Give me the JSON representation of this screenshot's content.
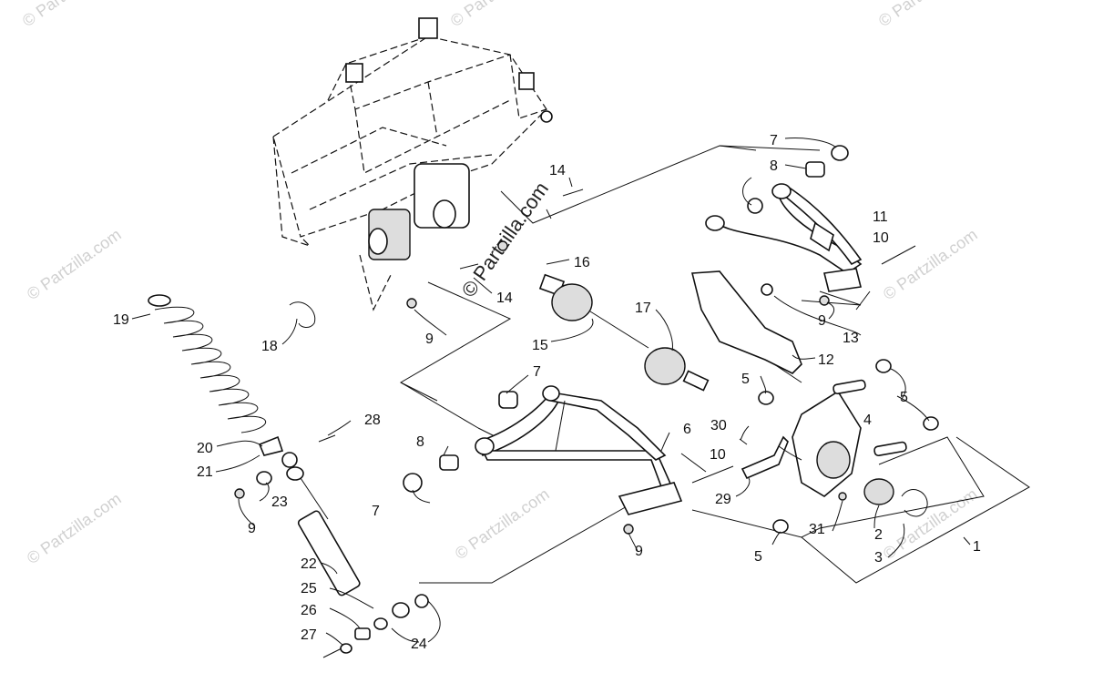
{
  "watermarks": {
    "brand": "© Partzilla.com",
    "center": "© Partzilla.com"
  },
  "callouts": [
    {
      "id": "c1",
      "text": "1"
    },
    {
      "id": "c2",
      "text": "2"
    },
    {
      "id": "c3",
      "text": "3"
    },
    {
      "id": "c4",
      "text": "4"
    },
    {
      "id": "c5a",
      "text": "5"
    },
    {
      "id": "c5b",
      "text": "5"
    },
    {
      "id": "c5c",
      "text": "5"
    },
    {
      "id": "c6",
      "text": "6"
    },
    {
      "id": "c7a",
      "text": "7"
    },
    {
      "id": "c7b",
      "text": "7"
    },
    {
      "id": "c7c",
      "text": "7"
    },
    {
      "id": "c8a",
      "text": "8"
    },
    {
      "id": "c8b",
      "text": "8"
    },
    {
      "id": "c9a",
      "text": "9"
    },
    {
      "id": "c9b",
      "text": "9"
    },
    {
      "id": "c9c",
      "text": "9"
    },
    {
      "id": "c9d",
      "text": "9"
    },
    {
      "id": "c10a",
      "text": "10"
    },
    {
      "id": "c10b",
      "text": "10"
    },
    {
      "id": "c11",
      "text": "11"
    },
    {
      "id": "c12",
      "text": "12"
    },
    {
      "id": "c13",
      "text": "13"
    },
    {
      "id": "c14a",
      "text": "14"
    },
    {
      "id": "c14b",
      "text": "14"
    },
    {
      "id": "c15",
      "text": "15"
    },
    {
      "id": "c16",
      "text": "16"
    },
    {
      "id": "c17",
      "text": "17"
    },
    {
      "id": "c18",
      "text": "18"
    },
    {
      "id": "c19",
      "text": "19"
    },
    {
      "id": "c20",
      "text": "20"
    },
    {
      "id": "c21",
      "text": "21"
    },
    {
      "id": "c22",
      "text": "22"
    },
    {
      "id": "c23",
      "text": "23"
    },
    {
      "id": "c24",
      "text": "24"
    },
    {
      "id": "c25",
      "text": "25"
    },
    {
      "id": "c26",
      "text": "26"
    },
    {
      "id": "c27",
      "text": "27"
    },
    {
      "id": "c28",
      "text": "28"
    },
    {
      "id": "c29",
      "text": "29"
    },
    {
      "id": "c30",
      "text": "30"
    },
    {
      "id": "c31",
      "text": "31"
    }
  ]
}
